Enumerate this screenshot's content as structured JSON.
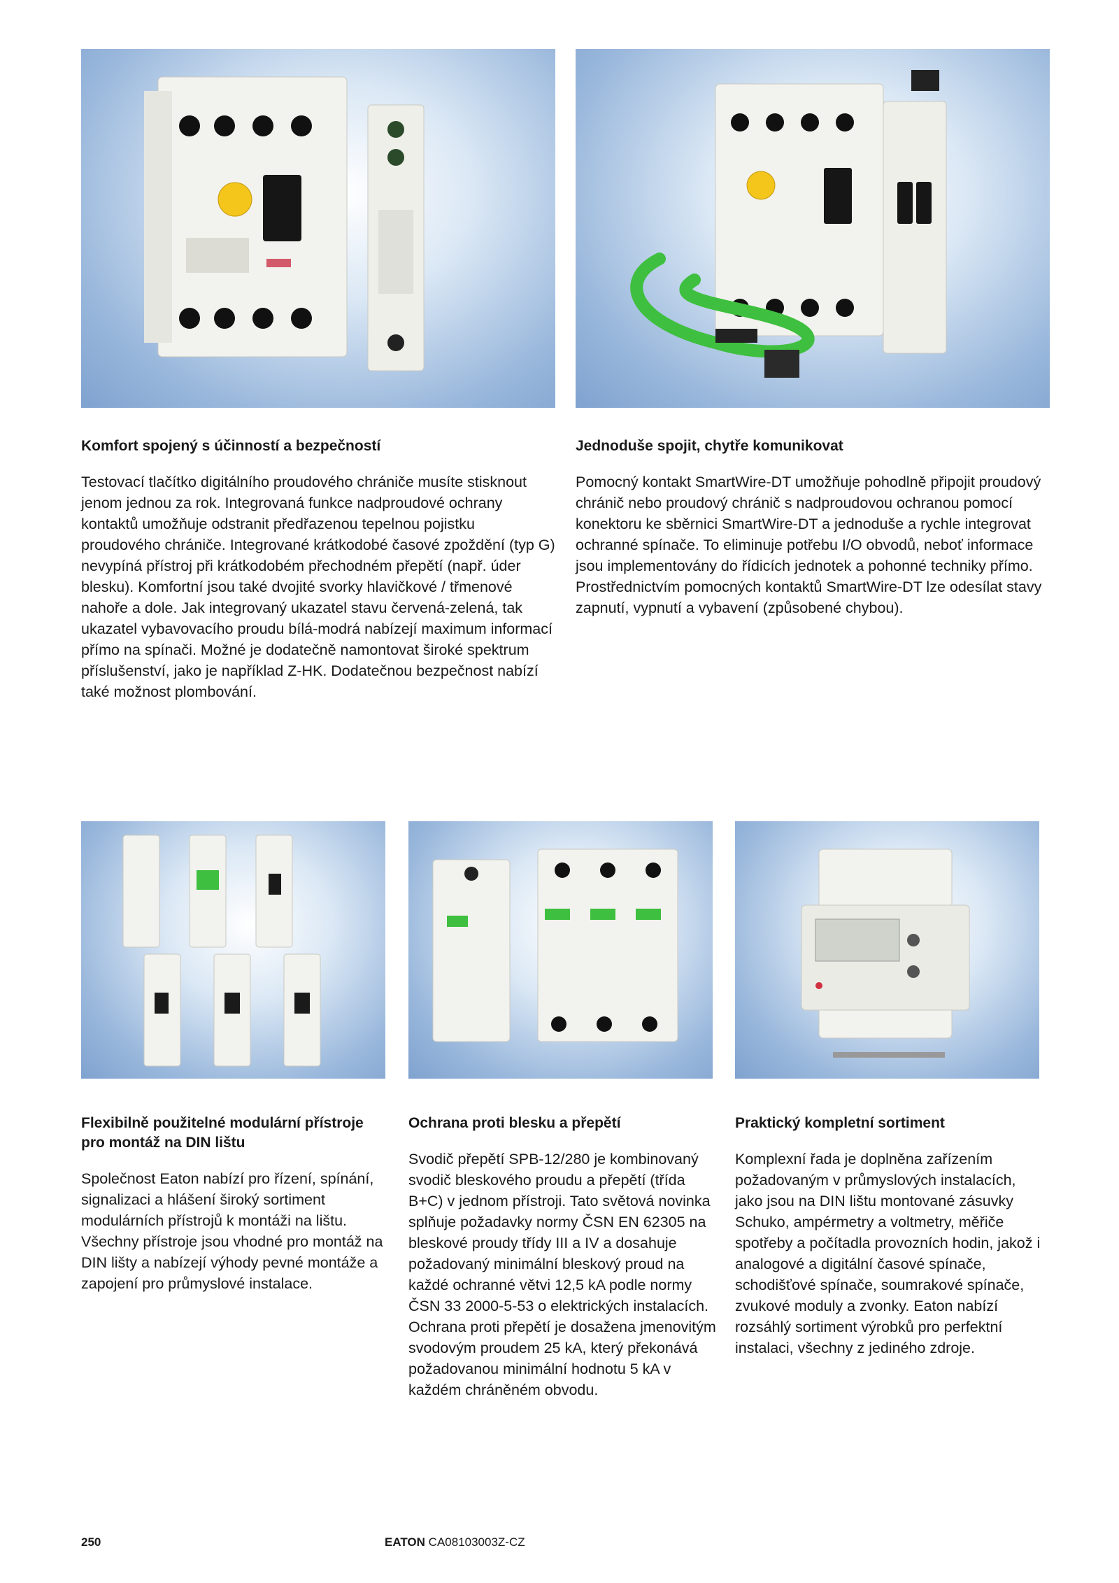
{
  "sections": [
    {
      "heading": "Komfort spojený s účinností a bezpečností",
      "body": "Testovací tlačítko digitálního proudového chrániče musíte stisknout jenom jednou za rok. Integrovaná funkce nadproudové ochrany kontaktů umožňuje odstranit předřazenou tepelnou pojistku proudového chrániče. Integrované krátkodobé časové zpoždění (typ G) nevypíná přístroj při krátkodobém přechodném přepětí (např. úder blesku). Komfortní jsou také dvojité svorky hlavičkové / třmenové nahoře a dole. Jak integrovaný ukazatel stavu červená-zelená, tak ukazatel vybavovacího proudu bílá-modrá nabízejí maximum informací přímo na spínači. Možné je dodatečně namontovat široké spektrum příslušenství, jako je například Z-HK. Dodatečnou bezpečnost nabízí také možnost plombování."
    },
    {
      "heading": "Jednoduše spojit, chytře komunikovat",
      "body": "Pomocný kontakt SmartWire-DT umožňuje pohodlně připojit proudový chránič nebo proudový chránič s nadproudovou ochranou pomocí konektoru ke sběrnici SmartWire-DT a jednoduše a rychle integrovat ochranné spínače. To eliminuje potřebu I/O obvodů, neboť informace jsou implementovány do řídicích jednotek a pohonné techniky přímo. Prostřednictvím pomocných kontaktů SmartWire-DT lze odesílat stavy zapnutí, vypnutí a vybavení (způsobené chybou)."
    },
    {
      "heading": "Flexibilně použitelné modulární přístroje pro montáž na DIN lištu",
      "body": "Společnost Eaton nabízí pro řízení, spínání, signalizaci a hlášení široký sortiment modulárních přístrojů k montáži na lištu. Všechny přístroje jsou vhodné pro montáž na DIN lišty a nabízejí výhody pevné montáže a zapojení pro průmyslové instalace."
    },
    {
      "heading": "Ochrana proti blesku a přepětí",
      "body": "Svodič přepětí SPB-12/280 je kombinovaný svodič bleskového proudu a přepětí (třída B+C) v jednom přístroji. Tato světová novinka splňuje požadavky normy ČSN EN 62305 na bleskové proudy třídy III a IV a dosahuje požadovaný minimální bleskový proud na každé ochranné větvi 12,5 kA podle normy ČSN 33 2000-5-53 o elektrických instalacích. Ochrana proti přepětí je dosažena jmenovitým svodovým proudem 25 kA, který překonává požadovanou minimální hodnotu 5 kA v každém chráněném obvodu."
    },
    {
      "heading": "Praktický kompletní sortiment",
      "body": "Komplexní řada je doplněna zařízením požadovaným v průmyslových instalacích, jako jsou na DIN lištu montované zásuvky Schuko, ampérmetry a voltmetry, měřiče spotřeby a počítadla provozních hodin, jakož i analogové a digitální časové spínače, schodišťové spínače, soumrakové spínače, zvukové moduly a zvonky. Eaton nabízí rozsáhlý sortiment výrobků pro perfektní instalaci, všechny z jediného zdroje."
    }
  ],
  "footer": {
    "page_number": "250",
    "brand": "EATON",
    "catalog_code": "CA08103003Z-CZ"
  },
  "images": {
    "accent_green": "#3fbf3f",
    "accent_yellow": "#f4c51a"
  }
}
